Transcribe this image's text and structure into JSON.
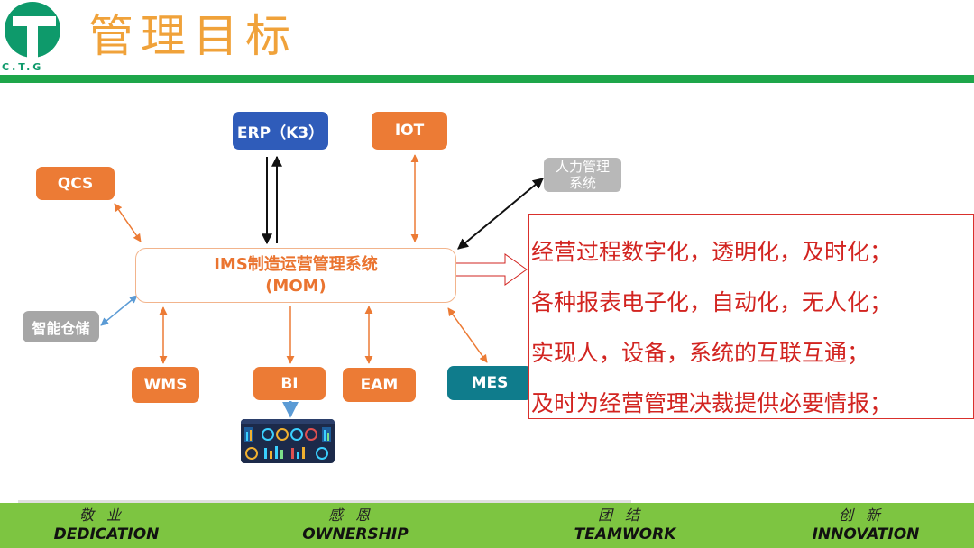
{
  "header": {
    "logo_text": "C.T.G",
    "title": "管理目标"
  },
  "diagram": {
    "center": {
      "line1": "IMS制造运营管理系统",
      "line2": "(MOM)"
    },
    "erp": "ERP（K3）",
    "iot": "IOT",
    "qcs": "QCS",
    "hr": {
      "line1": "人力管理",
      "line2": "系统"
    },
    "smart_storage": "智能仓储",
    "wms": "WMS",
    "bi": "BI",
    "eam": "EAM",
    "mes": "MES"
  },
  "goals": [
    "经营过程数字化，透明化，及时化；",
    "各种报表电子化，自动化，无人化；",
    "实现人，设备，系统的互联互通；",
    "及时为经营管理决裁提供必要情报；"
  ],
  "footer": {
    "mottos": [
      {
        "cn": "敬业",
        "en": "DEDICATION"
      },
      {
        "cn": "感恩",
        "en": "OWNERSHIP"
      },
      {
        "cn": "团结",
        "en": "TEAMWORK"
      },
      {
        "cn": "创新",
        "en": "INNOVATION"
      }
    ]
  },
  "colors": {
    "title": "#f0a23a",
    "accent_green": "#1ea64a",
    "footer_green": "#7dc541",
    "orange": "#ec7b35",
    "blue": "#2f5cba",
    "teal": "#0f7c8c",
    "goal_red": "#d22420"
  }
}
